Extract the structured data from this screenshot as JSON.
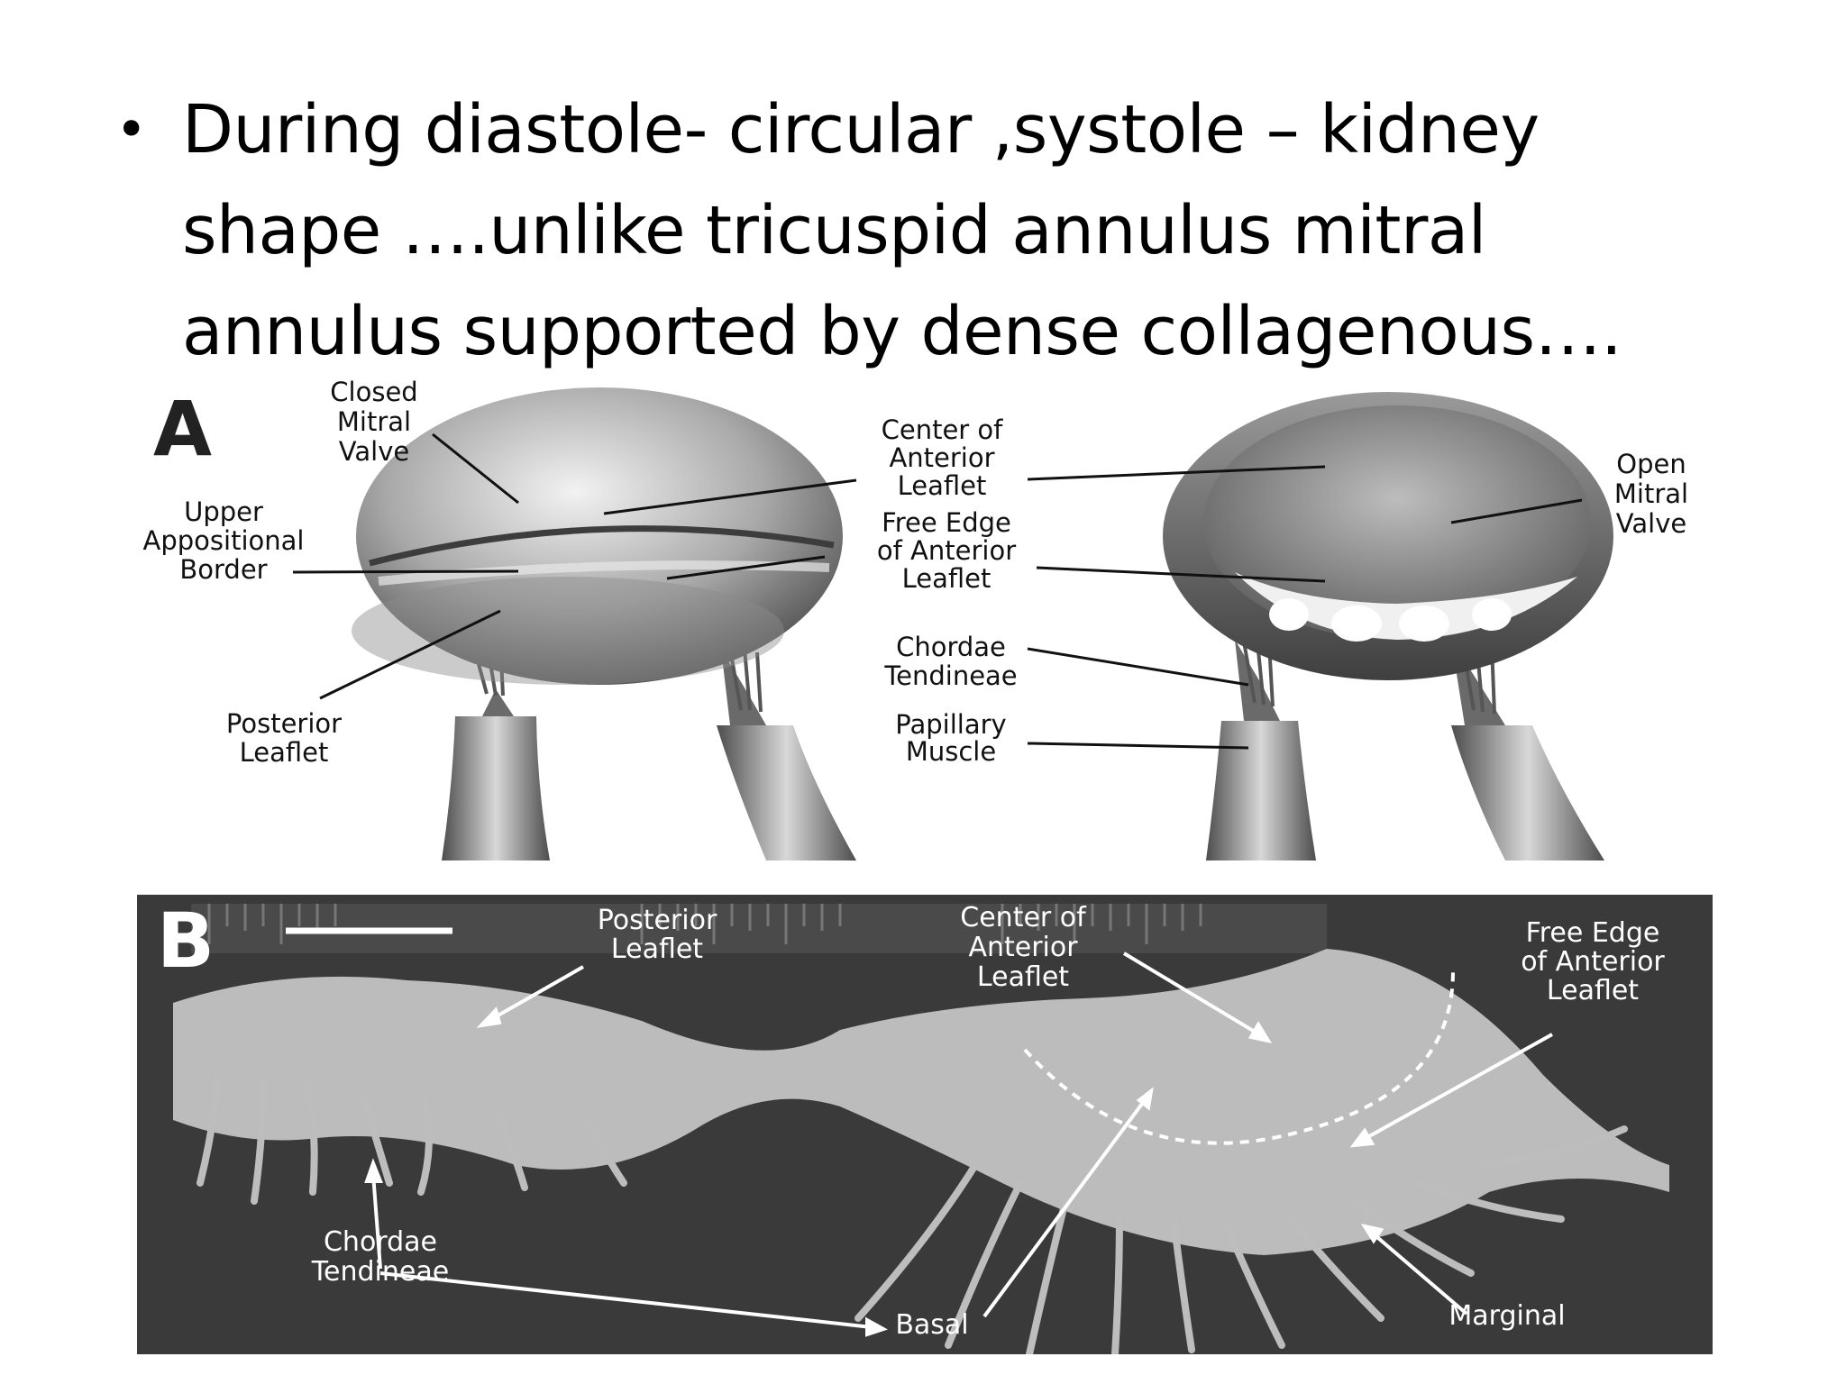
{
  "slide": {
    "bullet_symbol": "•",
    "bullet_lines": [
      "During diastole- circular ,systole – kidney",
      "shape ….unlike tricuspid annulus mitral",
      "annulus supported by dense collagenous…."
    ]
  },
  "figure_a": {
    "panel_letter": "A",
    "labels": {
      "closed_l1": "Closed",
      "closed_l2": "Mitral",
      "closed_l3": "Valve",
      "upper_l1": "Upper",
      "upper_l2": "Appositional",
      "upper_l3": "Border",
      "posterior_l1": "Posterior",
      "posterior_l2": "Leaflet",
      "center_l1": "Center of",
      "center_l2": "Anterior",
      "center_l3": "Leaflet",
      "free_l1": "Free Edge",
      "free_l2": "of Anterior",
      "free_l3": "Leaflet",
      "chordae_l1": "Chordae",
      "chordae_l2": "Tendineae",
      "papillary_l1": "Papillary",
      "papillary_l2": "Muscle",
      "open_l1": "Open",
      "open_l2": "Mitral",
      "open_l3": "Valve"
    }
  },
  "figure_b": {
    "panel_letter": "B",
    "labels": {
      "posterior_l1": "Posterior",
      "posterior_l2": "Leaflet",
      "center_l1": "Center of",
      "center_l2": "Anterior",
      "center_l3": "Leaflet",
      "free_l1": "Free Edge",
      "free_l2": "of Anterior",
      "free_l3": "Leaflet",
      "chordae_l1": "Chordae",
      "chordae_l2": "Tendineae",
      "basal": "Basal",
      "marginal": "Marginal"
    }
  },
  "colors": {
    "photo_background": "#3a3a3a",
    "tissue": "#cfcfcf",
    "illustration_gray": "#8a8a8a"
  }
}
